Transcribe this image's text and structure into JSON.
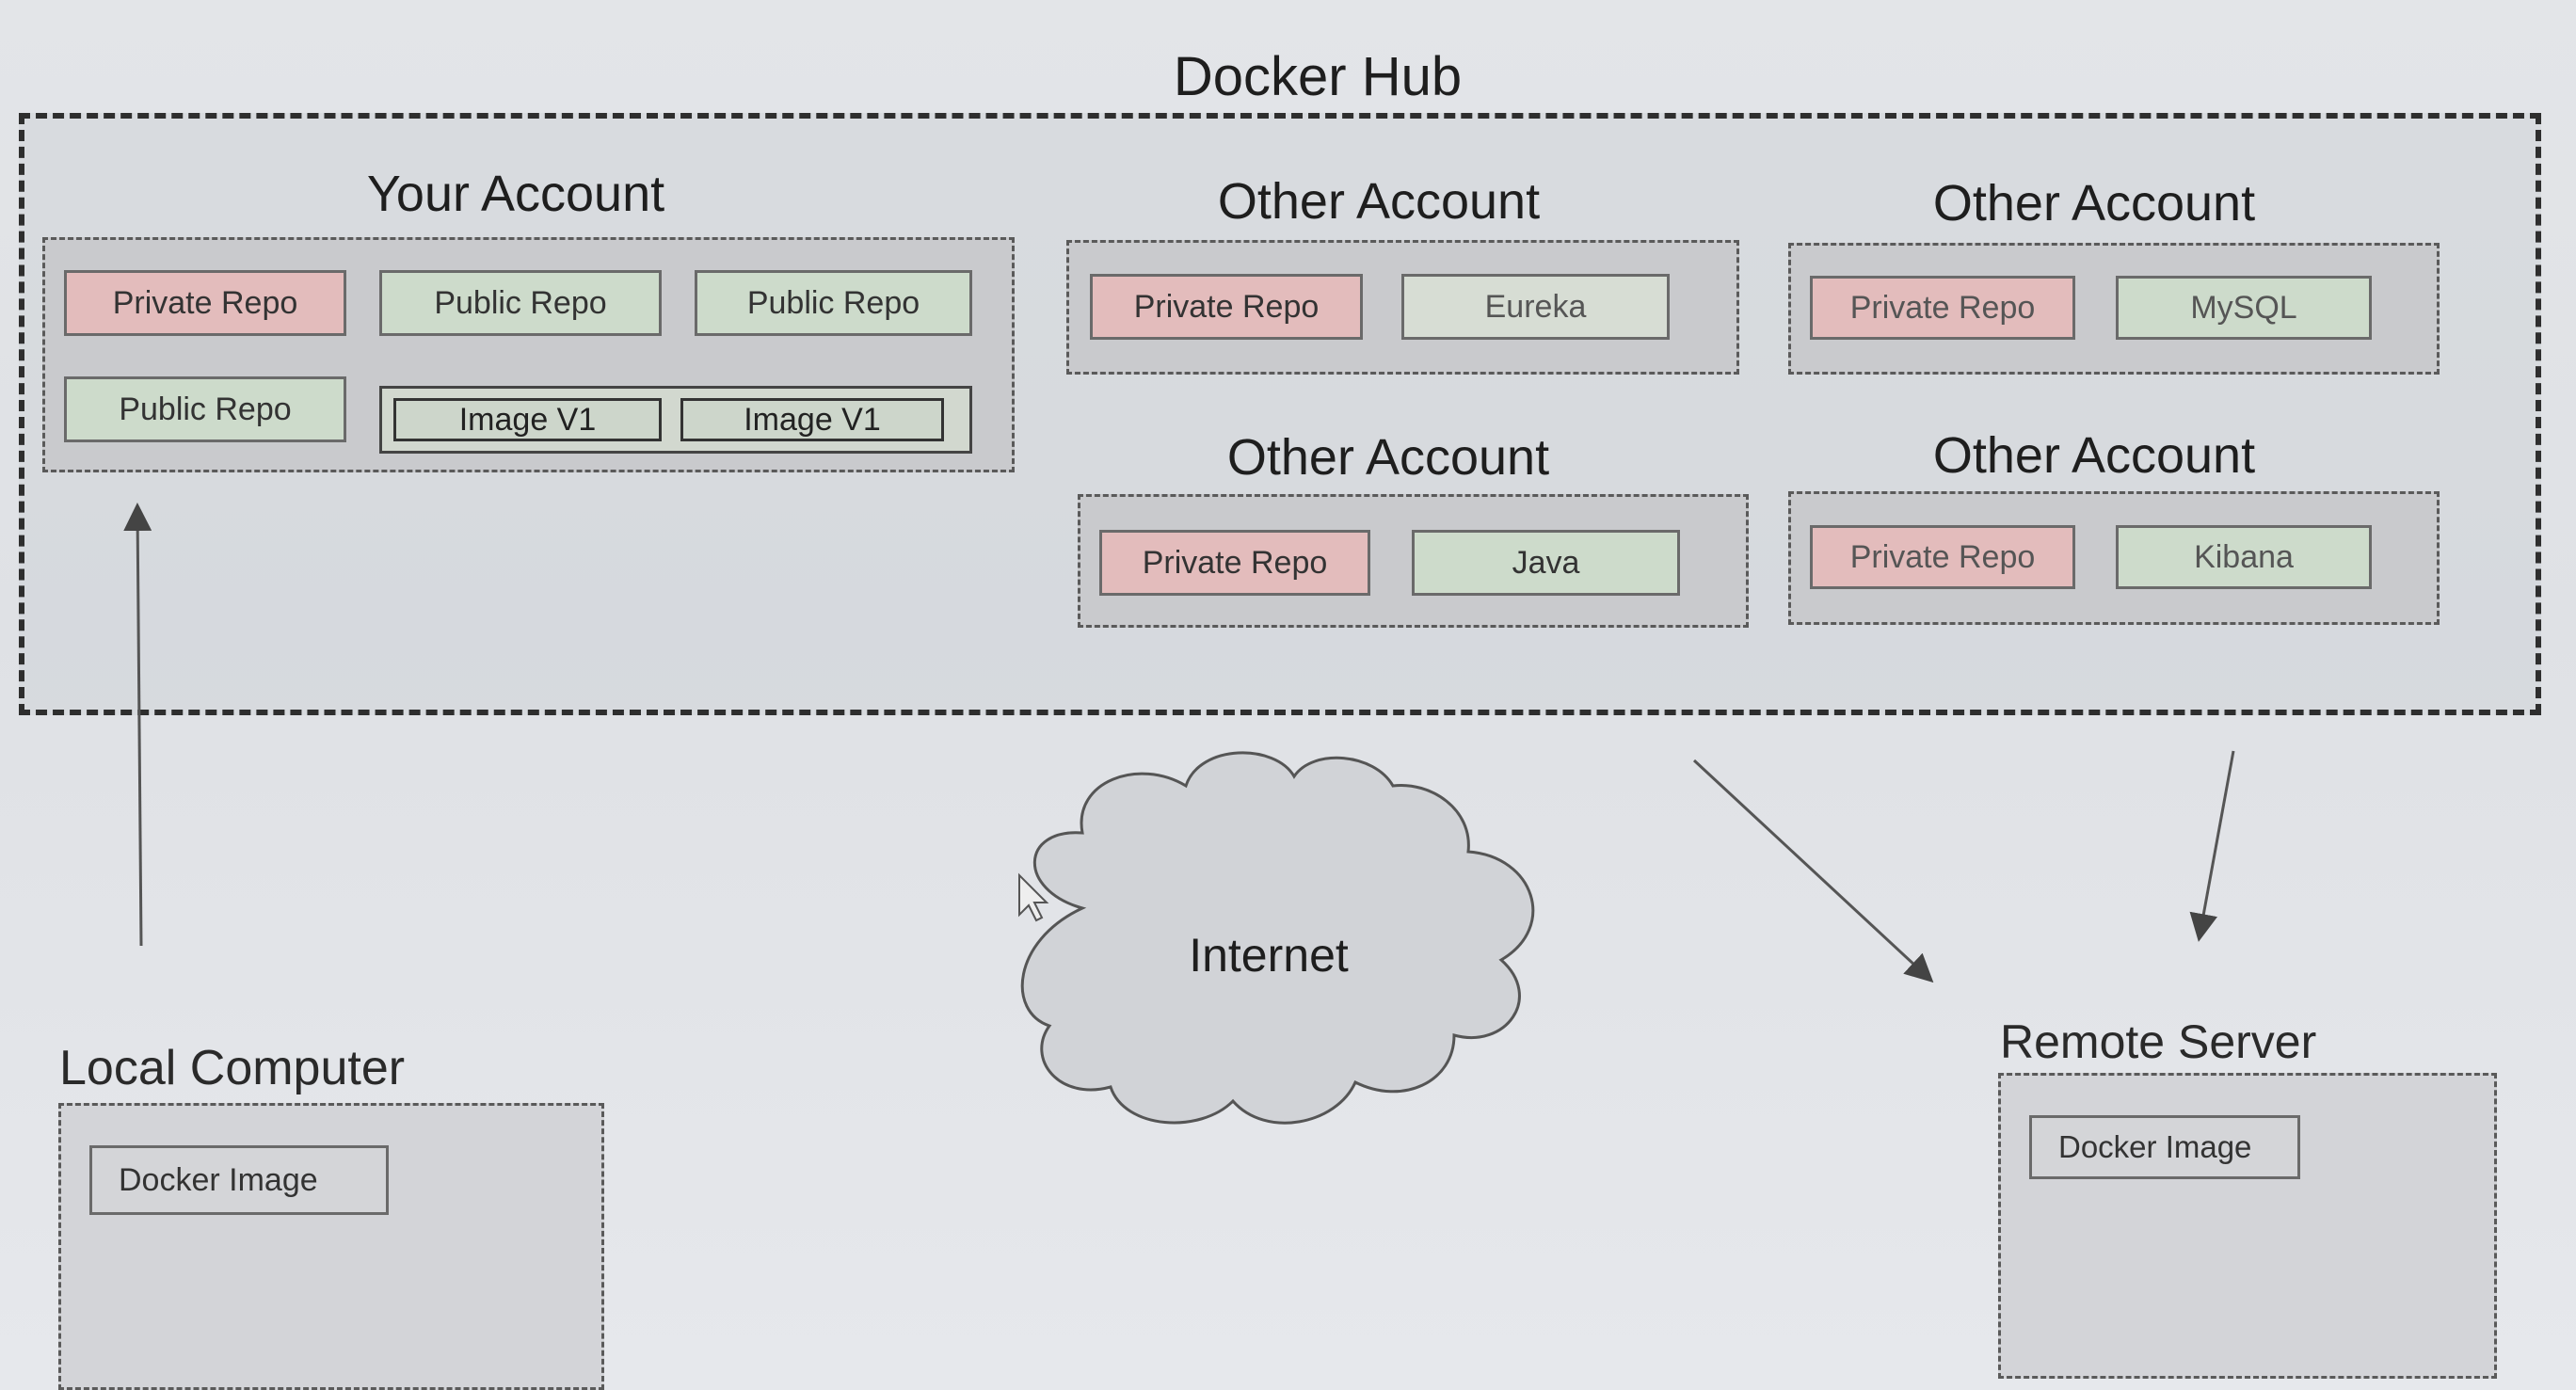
{
  "diagram": {
    "hub_title": "Docker Hub",
    "your_account": {
      "title": "Your Account",
      "row1": [
        "Private Repo",
        "Public Repo",
        "Public Repo"
      ],
      "row2_repo": "Public Repo",
      "images": [
        "Image V1",
        "Image V1"
      ]
    },
    "other_accounts": [
      {
        "title": "Other Account",
        "private": "Private Repo",
        "public": "Eureka"
      },
      {
        "title": "Other Account",
        "private": "Private Repo",
        "public": "MySQL"
      },
      {
        "title": "Other Account",
        "private": "Private Repo",
        "public": "Java"
      },
      {
        "title": "Other Account",
        "private": "Private Repo",
        "public": "Kibana"
      }
    ],
    "internet": "Internet",
    "local_computer": {
      "title": "Local Computer",
      "item": "Docker Image"
    },
    "remote_server": {
      "title": "Remote Server",
      "item": "Docker Image"
    }
  },
  "colors": {
    "private_repo": "#e3bcbc",
    "public_repo": "#cddbcb",
    "group_bg": "#c9cacd",
    "frame_border": "#2e2e2e"
  }
}
